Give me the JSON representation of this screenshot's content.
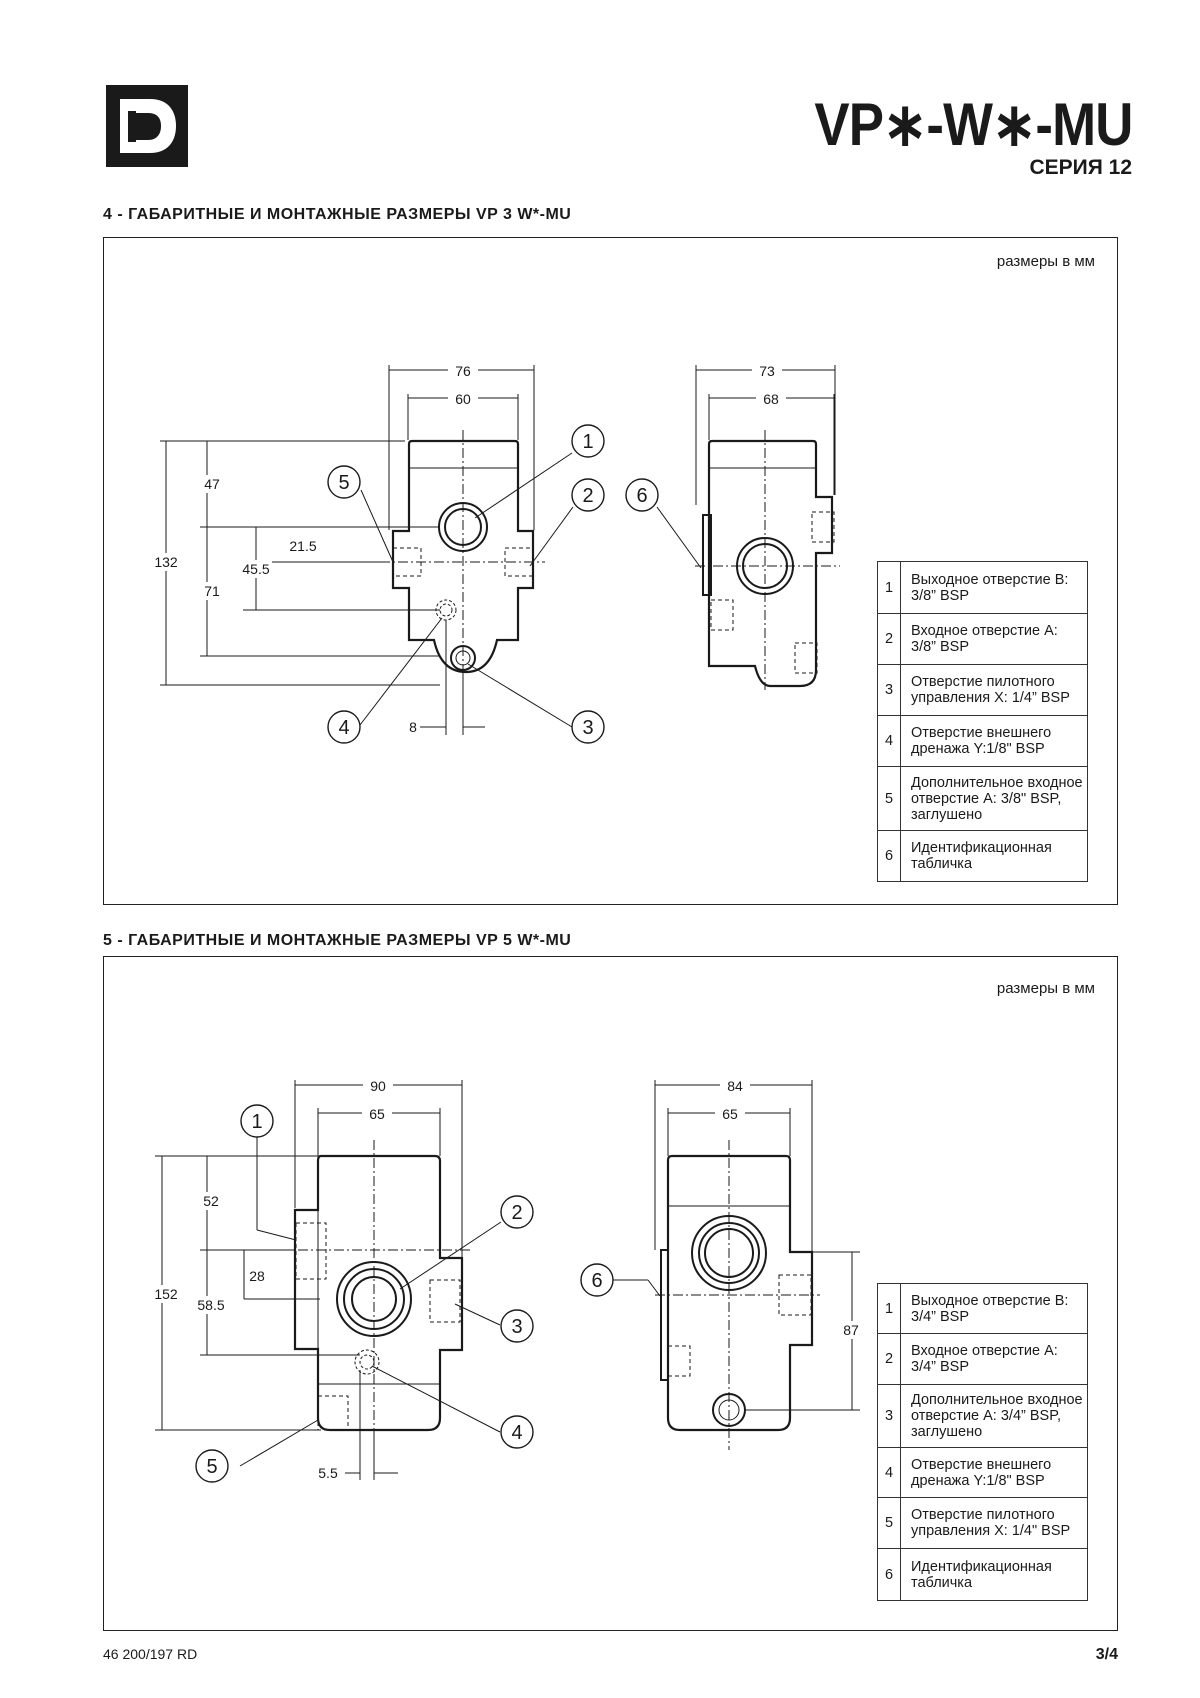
{
  "header": {
    "title": "VP∗-W∗-MU",
    "series": "СЕРИЯ 12"
  },
  "section4": {
    "heading": "4 - ГАБАРИТНЫЕ И МОНТАЖНЫЕ РАЗМЕРЫ VP 3 W*-MU",
    "units": "размеры в мм",
    "dims": {
      "w_outer": "76",
      "w_inner": "60",
      "w2_outer": "73",
      "w2_inner": "68",
      "h_total": "132",
      "h_top": "47",
      "h_mid": "71",
      "off_a": "21.5",
      "off_b": "45.5",
      "pitch": "8"
    },
    "balloons": [
      "1",
      "2",
      "3",
      "4",
      "5",
      "6"
    ],
    "legend": [
      {
        "n": "1",
        "text": "Выходное отверстие В: 3/8” BSP"
      },
      {
        "n": "2",
        "text": "Входное отверстие А: 3/8” BSP"
      },
      {
        "n": "3",
        "text": "Отверстие пилотного управления X: 1/4” BSP"
      },
      {
        "n": "4",
        "text": "Отверстие внешнего дренажа Y:1/8\" BSP"
      },
      {
        "n": "5",
        "text": "Дополнительное входное отверстие А: 3/8\" BSP, заглушено"
      },
      {
        "n": "6",
        "text": "Идентификационная табличка"
      }
    ]
  },
  "section5": {
    "heading": "5 - ГАБАРИТНЫЕ И МОНТАЖНЫЕ РАЗМЕРЫ VP 5 W*-MU",
    "units": "размеры в мм",
    "dims": {
      "w_outer": "90",
      "w_inner": "65",
      "w2_outer": "84",
      "w2_inner": "65",
      "h_total": "152",
      "h_top": "52",
      "h_mid": "58.5",
      "off_a": "28",
      "pitch": "5.5",
      "h_right": "87"
    },
    "balloons": [
      "1",
      "2",
      "3",
      "4",
      "5",
      "6"
    ],
    "legend": [
      {
        "n": "1",
        "text": "Выходное отверстие В: 3/4” BSP"
      },
      {
        "n": "2",
        "text": "Входное отверстие А: 3/4” BSP"
      },
      {
        "n": "3",
        "text": "Дополнительное входное отверстие А: 3/4” BSP, заглушено"
      },
      {
        "n": "4",
        "text": "Отверстие внешнего дренажа Y:1/8\" BSP"
      },
      {
        "n": "5",
        "text": "Отверстие пилотного управления X: 1/4\" BSP"
      },
      {
        "n": "6",
        "text": "Идентификационная табличка"
      }
    ]
  },
  "footer": {
    "doc_code": "46 200/197 RD",
    "page": "3/4"
  }
}
